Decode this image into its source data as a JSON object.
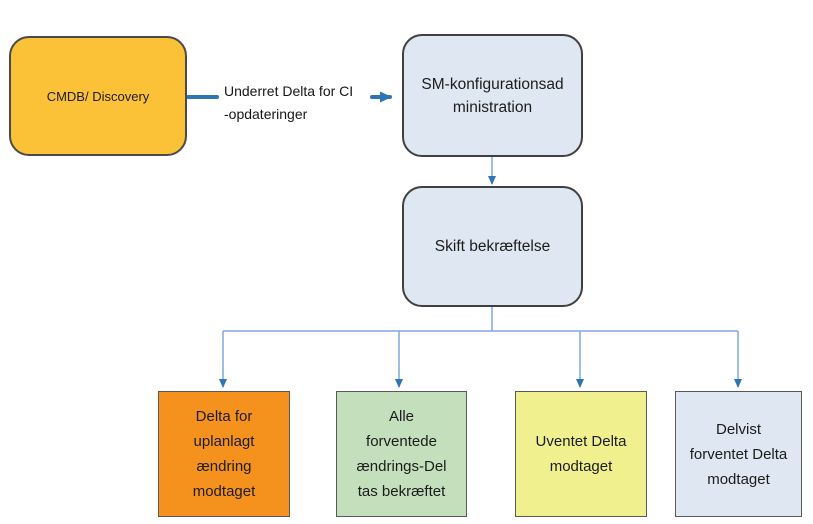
{
  "diagram": {
    "background_color": "#ffffff",
    "text_color": "#1c1c1c",
    "connector_accent_color": "#2E75B6",
    "connector_line_color": "#7FA8DC",
    "nodes": {
      "cmdb": {
        "label": "CMDB/ Discovery",
        "fill": "#FCC237",
        "border": "#4a4a4a",
        "shape": "rounded-rectangle"
      },
      "sm_config": {
        "label": "SM-konfigurationsad\nministration",
        "fill": "#DEE7F2",
        "border": "#404040",
        "shape": "rounded-rectangle"
      },
      "skift": {
        "label": "Skift bekræftelse",
        "fill": "#DEE7F2",
        "border": "#404040",
        "shape": "rounded-rectangle"
      },
      "delta_unplanned": {
        "label": "Delta for\nuplanlagt\nændring\nmodtaget",
        "fill": "#F5921E",
        "border": "#595959",
        "shape": "rectangle"
      },
      "all_expected": {
        "label": "Alle\nforventede\nændrings-Del\ntas bekræftet",
        "fill": "#C3DFBC",
        "border": "#595959",
        "shape": "rectangle"
      },
      "unexpected": {
        "label": "Uventet Delta\nmodtaget",
        "fill": "#F0F08F",
        "border": "#595959",
        "shape": "rectangle"
      },
      "partially_expected": {
        "label": "Delvist\nforventet Delta\nmodtaget",
        "fill": "#DEE7F2",
        "border": "#595959",
        "shape": "rectangle"
      }
    },
    "edges": {
      "cmdb_to_sm_label": "Underret Delta for CI\n-opdateringer"
    }
  }
}
